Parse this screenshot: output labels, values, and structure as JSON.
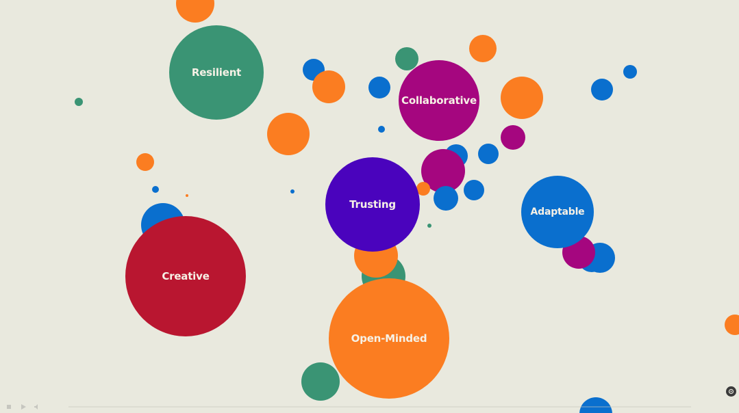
{
  "labels": {
    "resilient": "Resilient",
    "collaborative": "Collaborative",
    "trusting": "Trusting",
    "adaptable": "Adaptable",
    "creative": "Creative",
    "open_minded": "Open-Minded"
  },
  "colors": {
    "background": "#e9e9de",
    "green": "#3a9474",
    "orange": "#fb7d21",
    "blue": "#0a6fce",
    "magenta": "#a5067f",
    "purple": "#4a03bd",
    "red": "#b91630",
    "label": "#f6f1e6"
  },
  "icons": {
    "play": "play-icon",
    "volume": "volume-icon",
    "fullscreen": "fullscreen-icon"
  }
}
